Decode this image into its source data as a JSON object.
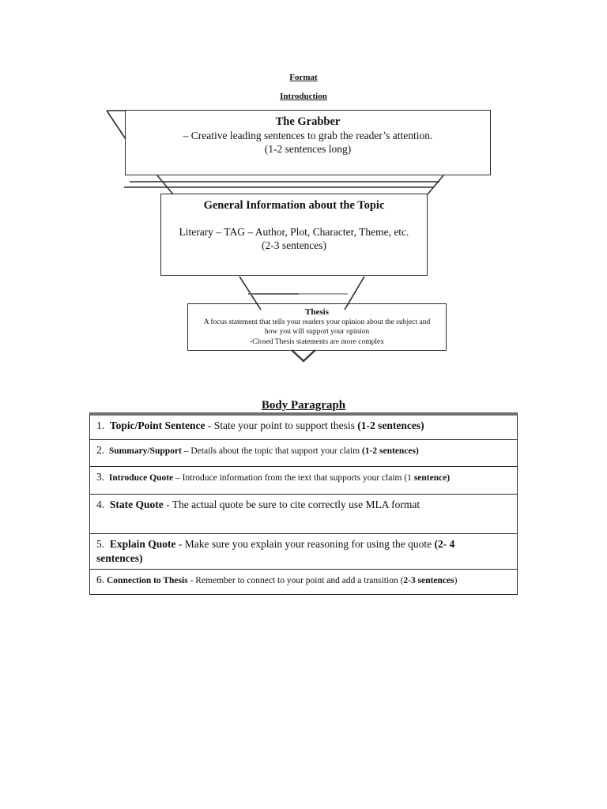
{
  "colors": {
    "border": "#2b2b2b",
    "table_top": "#6f6f6f",
    "gray_line": "#8a8a8a",
    "text": "#111111"
  },
  "headings": {
    "format": "Format",
    "introduction": "Introduction"
  },
  "intro_diagram": {
    "grabber": {
      "title": "The Grabber",
      "line1": "– Creative leading sentences to grab the reader’s attention.",
      "line2": "(1-2 sentences long)"
    },
    "general_info": {
      "title": "General Information about the Topic",
      "line1": "Literary – TAG – Author, Plot, Character, Theme, etc.",
      "line2": "(2-3 sentences)"
    },
    "thesis": {
      "title": "Thesis",
      "line1": "A focus statement that tells your readers your opinion about the subject and",
      "line2": "how you will support your opinion",
      "line3": "-Closed Thesis statements are more complex"
    }
  },
  "body_paragraph": {
    "heading": "Body Paragraph",
    "rows": [
      {
        "size": "large",
        "segments": [
          {
            "t": "1.",
            "num": true
          },
          {
            "t": "  "
          },
          {
            "t": "Topic/Point Sentence",
            "b": true
          },
          {
            "t": " - State your point to support thesis "
          },
          {
            "t": "(1-2 sentences)",
            "b": true
          }
        ]
      },
      {
        "size": "small",
        "segments": [
          {
            "t": "2.",
            "num": true
          },
          {
            "t": "  "
          },
          {
            "t": "Summary/Support",
            "b": true
          },
          {
            "t": " – Details about the topic that support your claim "
          },
          {
            "t": "(1-2 sentences)",
            "b": true
          }
        ]
      },
      {
        "size": "small",
        "segments": [
          {
            "t": "3.",
            "num": true
          },
          {
            "t": "  "
          },
          {
            "t": "Introduce Quote",
            "b": true
          },
          {
            "t": " – Introduce information from the text that supports your claim (1 "
          },
          {
            "t": "sentence)",
            "b": true
          }
        ]
      },
      {
        "size": "large",
        "segments": [
          {
            "t": "4.",
            "num": true
          },
          {
            "t": "  "
          },
          {
            "t": "State Quote",
            "b": true
          },
          {
            "t": " - The actual quote be sure to cite correctly use MLA format"
          }
        ]
      },
      {
        "size": "large",
        "segments": [
          {
            "t": "5.",
            "num": true
          },
          {
            "t": "  "
          },
          {
            "t": "Explain Quote",
            "b": true
          },
          {
            "t": " - Make sure you explain your reasoning for using the quote "
          },
          {
            "t": "(2- 4",
            "b": true
          },
          {
            "br": true
          },
          {
            "t": "sentences)",
            "b": true
          }
        ]
      },
      {
        "size": "small",
        "segments": [
          {
            "t": "6.",
            "num": true
          },
          {
            "t": " "
          },
          {
            "t": "Connection to Thesis",
            "b": true
          },
          {
            "t": " - Remember to connect to your point and add a transition ("
          },
          {
            "t": "2-3 sentences",
            "b": true
          },
          {
            "t": ")"
          }
        ]
      }
    ]
  }
}
